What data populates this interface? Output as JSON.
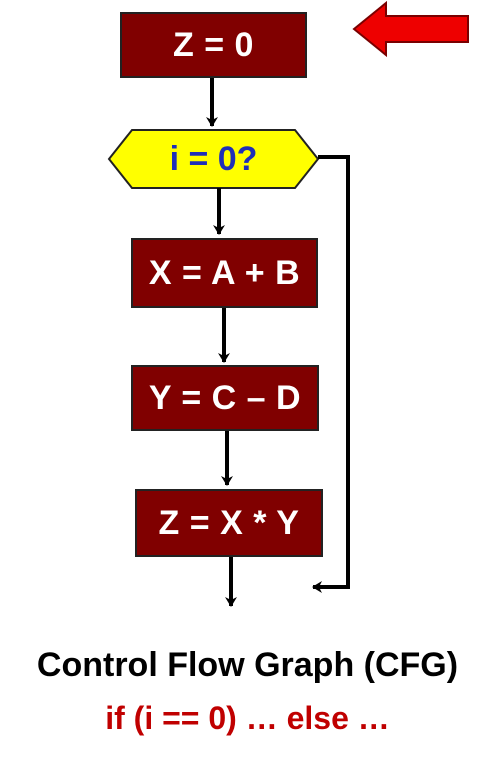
{
  "diagram": {
    "nodes": {
      "z_init": "Z = 0",
      "decision": "i = 0?",
      "x_assign": "X = A + B",
      "y_assign": "Y = C – D",
      "z_assign": "Z = X * Y"
    },
    "colors": {
      "block_fill": "#800000",
      "block_text": "#ffffff",
      "decision_fill": "#ffff00",
      "decision_text": "#1f2fb8",
      "pointer_arrow": "#ee0000",
      "edges": "#000000"
    },
    "pointer_icon": "red-left-arrow-icon"
  },
  "caption": {
    "title": "Control Flow Graph (CFG)",
    "subtitle": "if (i == 0) … else …"
  }
}
